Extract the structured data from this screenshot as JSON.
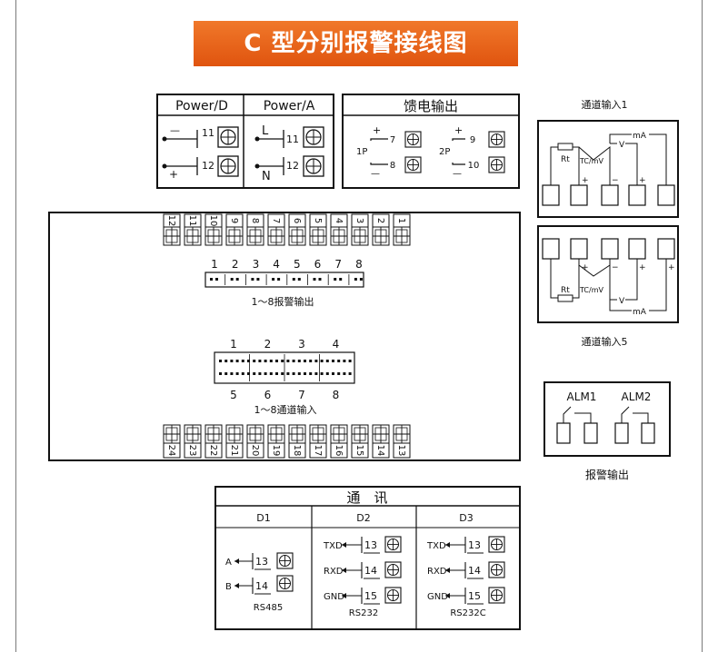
{
  "title": "C 型分别报警接线图",
  "power": {
    "d_label": "Power/D",
    "a_label": "Power/A",
    "minus": "—",
    "plus": "+",
    "t11": "11",
    "t12": "12",
    "l": "L",
    "n": "N"
  },
  "feed": {
    "title": "馈电输出",
    "p1": "1P",
    "p2": "2P",
    "t7": "7",
    "t8": "8",
    "t9": "9",
    "t10": "10",
    "plus": "+",
    "minus": "—"
  },
  "main": {
    "top_terminals": [
      "12",
      "11",
      "10",
      "9",
      "8",
      "7",
      "6",
      "5",
      "4",
      "3",
      "2",
      "1"
    ],
    "bottom_terminals": [
      "24",
      "23",
      "22",
      "21",
      "20",
      "19",
      "18",
      "17",
      "16",
      "15",
      "14",
      "13"
    ],
    "alarm_nums": [
      "1",
      "2",
      "3",
      "4",
      "5",
      "6",
      "7",
      "8"
    ],
    "alarm_label": "1～8报警输出",
    "input_top_nums": [
      "1",
      "2",
      "3",
      "4"
    ],
    "input_bottom_nums": [
      "5",
      "6",
      "7",
      "8"
    ],
    "input_label": "1～8通道输入"
  },
  "channel_top": {
    "title": "通道输入1",
    "rt": "Rt",
    "tc": "TC/mV",
    "v": "V",
    "ma": "mA",
    "plus": "+",
    "minus": "−"
  },
  "channel_bottom": {
    "title": "通道输入5",
    "rt": "Rt",
    "tc": "TC/mV",
    "v": "V",
    "ma": "mA",
    "plus": "+",
    "minus": "−"
  },
  "alarm": {
    "alm1": "ALM1",
    "alm2": "ALM2",
    "caption": "报警输出"
  },
  "comm": {
    "title": "通　讯",
    "d1": "D1",
    "d2": "D2",
    "d3": "D3",
    "a": "A",
    "b": "B",
    "txd": "TXD",
    "rxd": "RXD",
    "gnd": "GND",
    "t13": "13",
    "t14": "14",
    "t15": "15",
    "rs485": "RS485",
    "rs232": "RS232",
    "rs232c": "RS232C"
  }
}
